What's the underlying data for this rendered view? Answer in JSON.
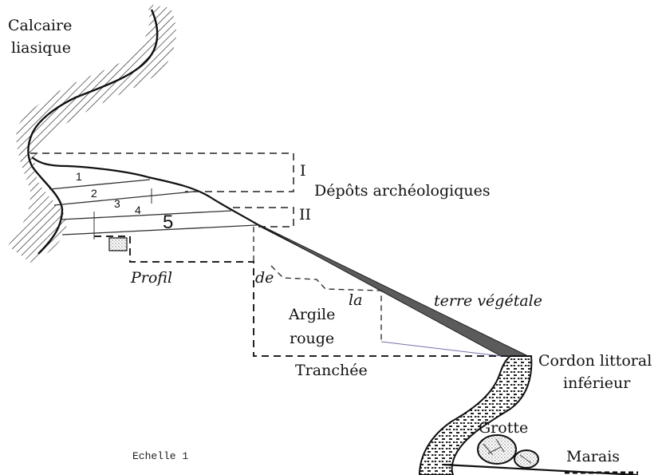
{
  "labels": {
    "calcaire_line1": "Calcaire",
    "calcaire_line2": "liasique",
    "depots": "Dépôts archéologiques",
    "level_I": "I",
    "level_II": "II",
    "layer_1": "1",
    "layer_2": "2",
    "layer_3": "3",
    "layer_4": "4",
    "layer_5": "5",
    "profil": "Profil",
    "de": "de",
    "la": "la",
    "terre": "terre végétale",
    "argile_line1": "Argile",
    "argile_line2": "rouge",
    "tranchee": "Tranchée",
    "cordon_line1": "Cordon littoral",
    "cordon_line2": "inférieur",
    "grotte": "Grotte",
    "marais": "Marais",
    "echelle": "Echelle 1"
  }
}
